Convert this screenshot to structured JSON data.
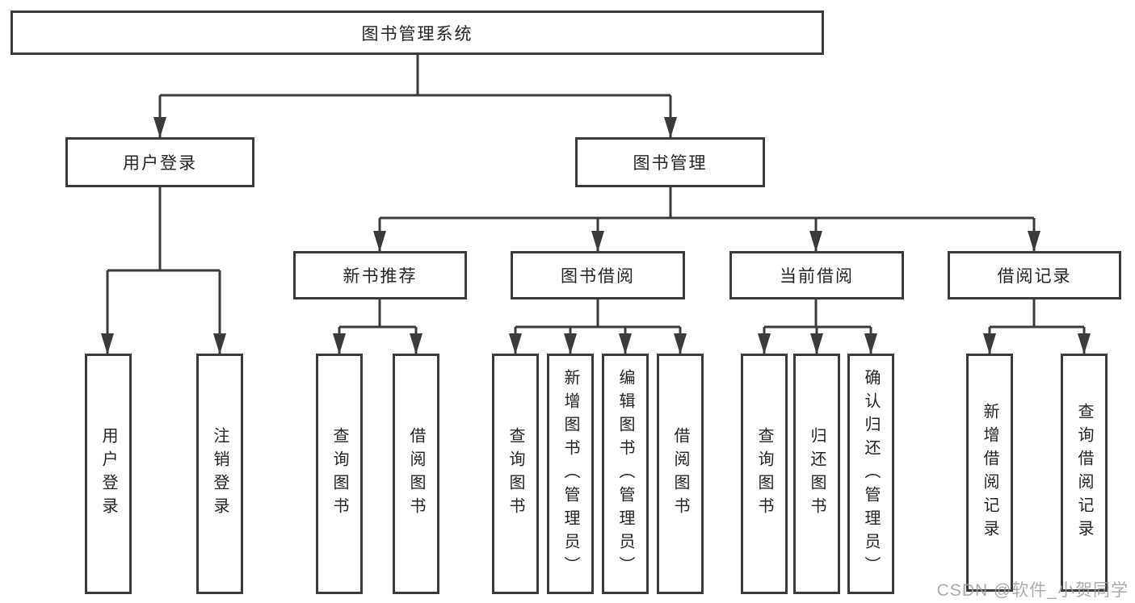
{
  "colors": {
    "line": "#3b3b3b",
    "box_border": "#3b3b3b",
    "text": "#242424",
    "watermark_text": "#9e9e9e"
  },
  "tree": {
    "label": "图书管理系统",
    "children": [
      {
        "label": "用户登录",
        "children": [
          {
            "label": "用户登录"
          },
          {
            "label": "注销登录"
          }
        ]
      },
      {
        "label": "图书管理",
        "children": [
          {
            "label": "新书推荐",
            "children": [
              {
                "label": "查询图书"
              },
              {
                "label": "借阅图书"
              }
            ]
          },
          {
            "label": "图书借阅",
            "children": [
              {
                "label": "查询图书"
              },
              {
                "label": "新增图书（管理员）"
              },
              {
                "label": "编辑图书（管理员）"
              },
              {
                "label": "借阅图书"
              }
            ]
          },
          {
            "label": "当前借阅",
            "children": [
              {
                "label": "查询图书"
              },
              {
                "label": "归还图书"
              },
              {
                "label": "确认归还（管理员）"
              }
            ]
          },
          {
            "label": "借阅记录",
            "children": [
              {
                "label": "新增借阅记录"
              },
              {
                "label": "查询借阅记录"
              }
            ]
          }
        ]
      }
    ]
  },
  "watermark": {
    "text": "CSDN @软件_小贺同学"
  }
}
